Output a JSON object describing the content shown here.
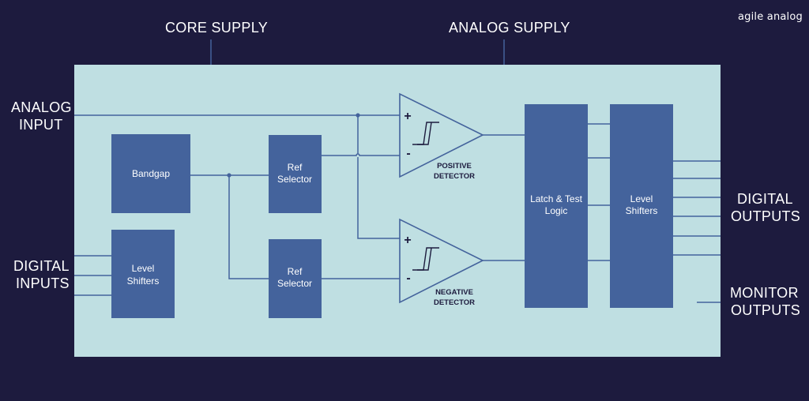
{
  "logo": {
    "text": "agile analog"
  },
  "supplies": {
    "core": "CORE SUPPLY",
    "analog": "ANALOG SUPPLY"
  },
  "inputs": {
    "analog_line1": "ANALOG",
    "analog_line2": "INPUT",
    "digital_line1": "DIGITAL",
    "digital_line2": "INPUTS"
  },
  "outputs": {
    "digital_line1": "DIGITAL",
    "digital_line2": "OUTPUTS",
    "monitor_line1": "MONITOR",
    "monitor_line2": "OUTPUTS"
  },
  "blocks": {
    "bandgap": "Bandgap",
    "level_shifters_in_line1": "Level",
    "level_shifters_in_line2": "Shifters",
    "ref_selector_top_line1": "Ref",
    "ref_selector_top_line2": "Selector",
    "ref_selector_bottom_line1": "Ref",
    "ref_selector_bottom_line2": "Selector",
    "latch_line1": "Latch & Test",
    "latch_line2": "Logic",
    "level_shifters_out_line1": "Level",
    "level_shifters_out_line2": "Shifters"
  },
  "comparators": {
    "plus": "+",
    "minus": "-",
    "positive_line1": "POSITIVE",
    "positive_line2": "DETECTOR",
    "negative_line1": "NEGATIVE",
    "negative_line2": "DETECTOR"
  },
  "colors": {
    "background": "#1d1b3e",
    "panel": "#bfdfe2",
    "block": "#44639c",
    "wire": "#44639c",
    "text_light": "#ffffff",
    "text_dark": "#1d1b3e"
  }
}
